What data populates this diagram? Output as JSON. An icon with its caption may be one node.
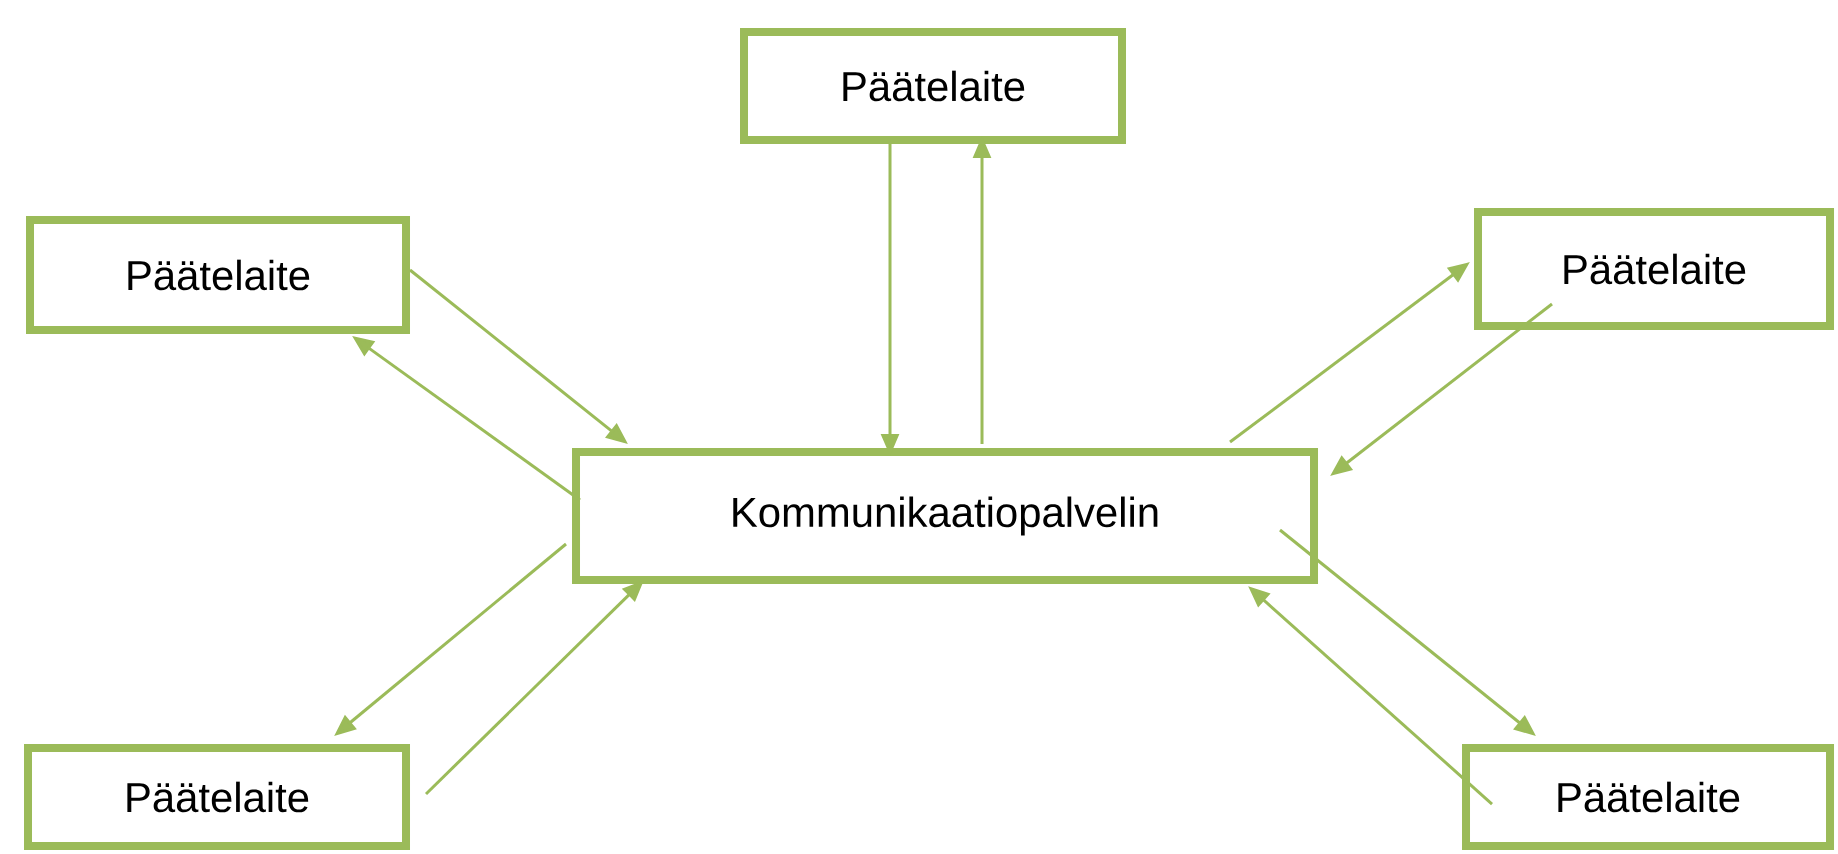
{
  "diagram": {
    "nodes": [
      {
        "text": [
          "Päätelaite"
        ]
      },
      {
        "text": [
          "Päätelaite"
        ]
      },
      {
        "text": [
          "Kommunikaatiopalvelin"
        ]
      },
      {
        "text": [
          "Päätelaite"
        ]
      },
      {
        "text": [
          "Päätelaite"
        ]
      },
      {
        "text": [
          "Päätelaite"
        ]
      }
    ],
    "edges": [
      {
        "from": 1,
        "to": 2,
        "arrow": "to"
      },
      {
        "from": 2,
        "to": 1,
        "arrow": "to"
      },
      {
        "from": 0,
        "to": 2,
        "arrow": "to"
      },
      {
        "from": 2,
        "to": 0,
        "arrow": "to"
      },
      {
        "from": 2,
        "to": 3,
        "arrow": "to"
      },
      {
        "from": 3,
        "to": 2,
        "arrow": "to"
      },
      {
        "from": 2,
        "to": 4,
        "arrow": "to"
      },
      {
        "from": 4,
        "to": 2,
        "arrow": "to"
      },
      {
        "from": 2,
        "to": 5,
        "arrow": "to"
      },
      {
        "from": 5,
        "to": 2,
        "arrow": "to"
      }
    ]
  }
}
